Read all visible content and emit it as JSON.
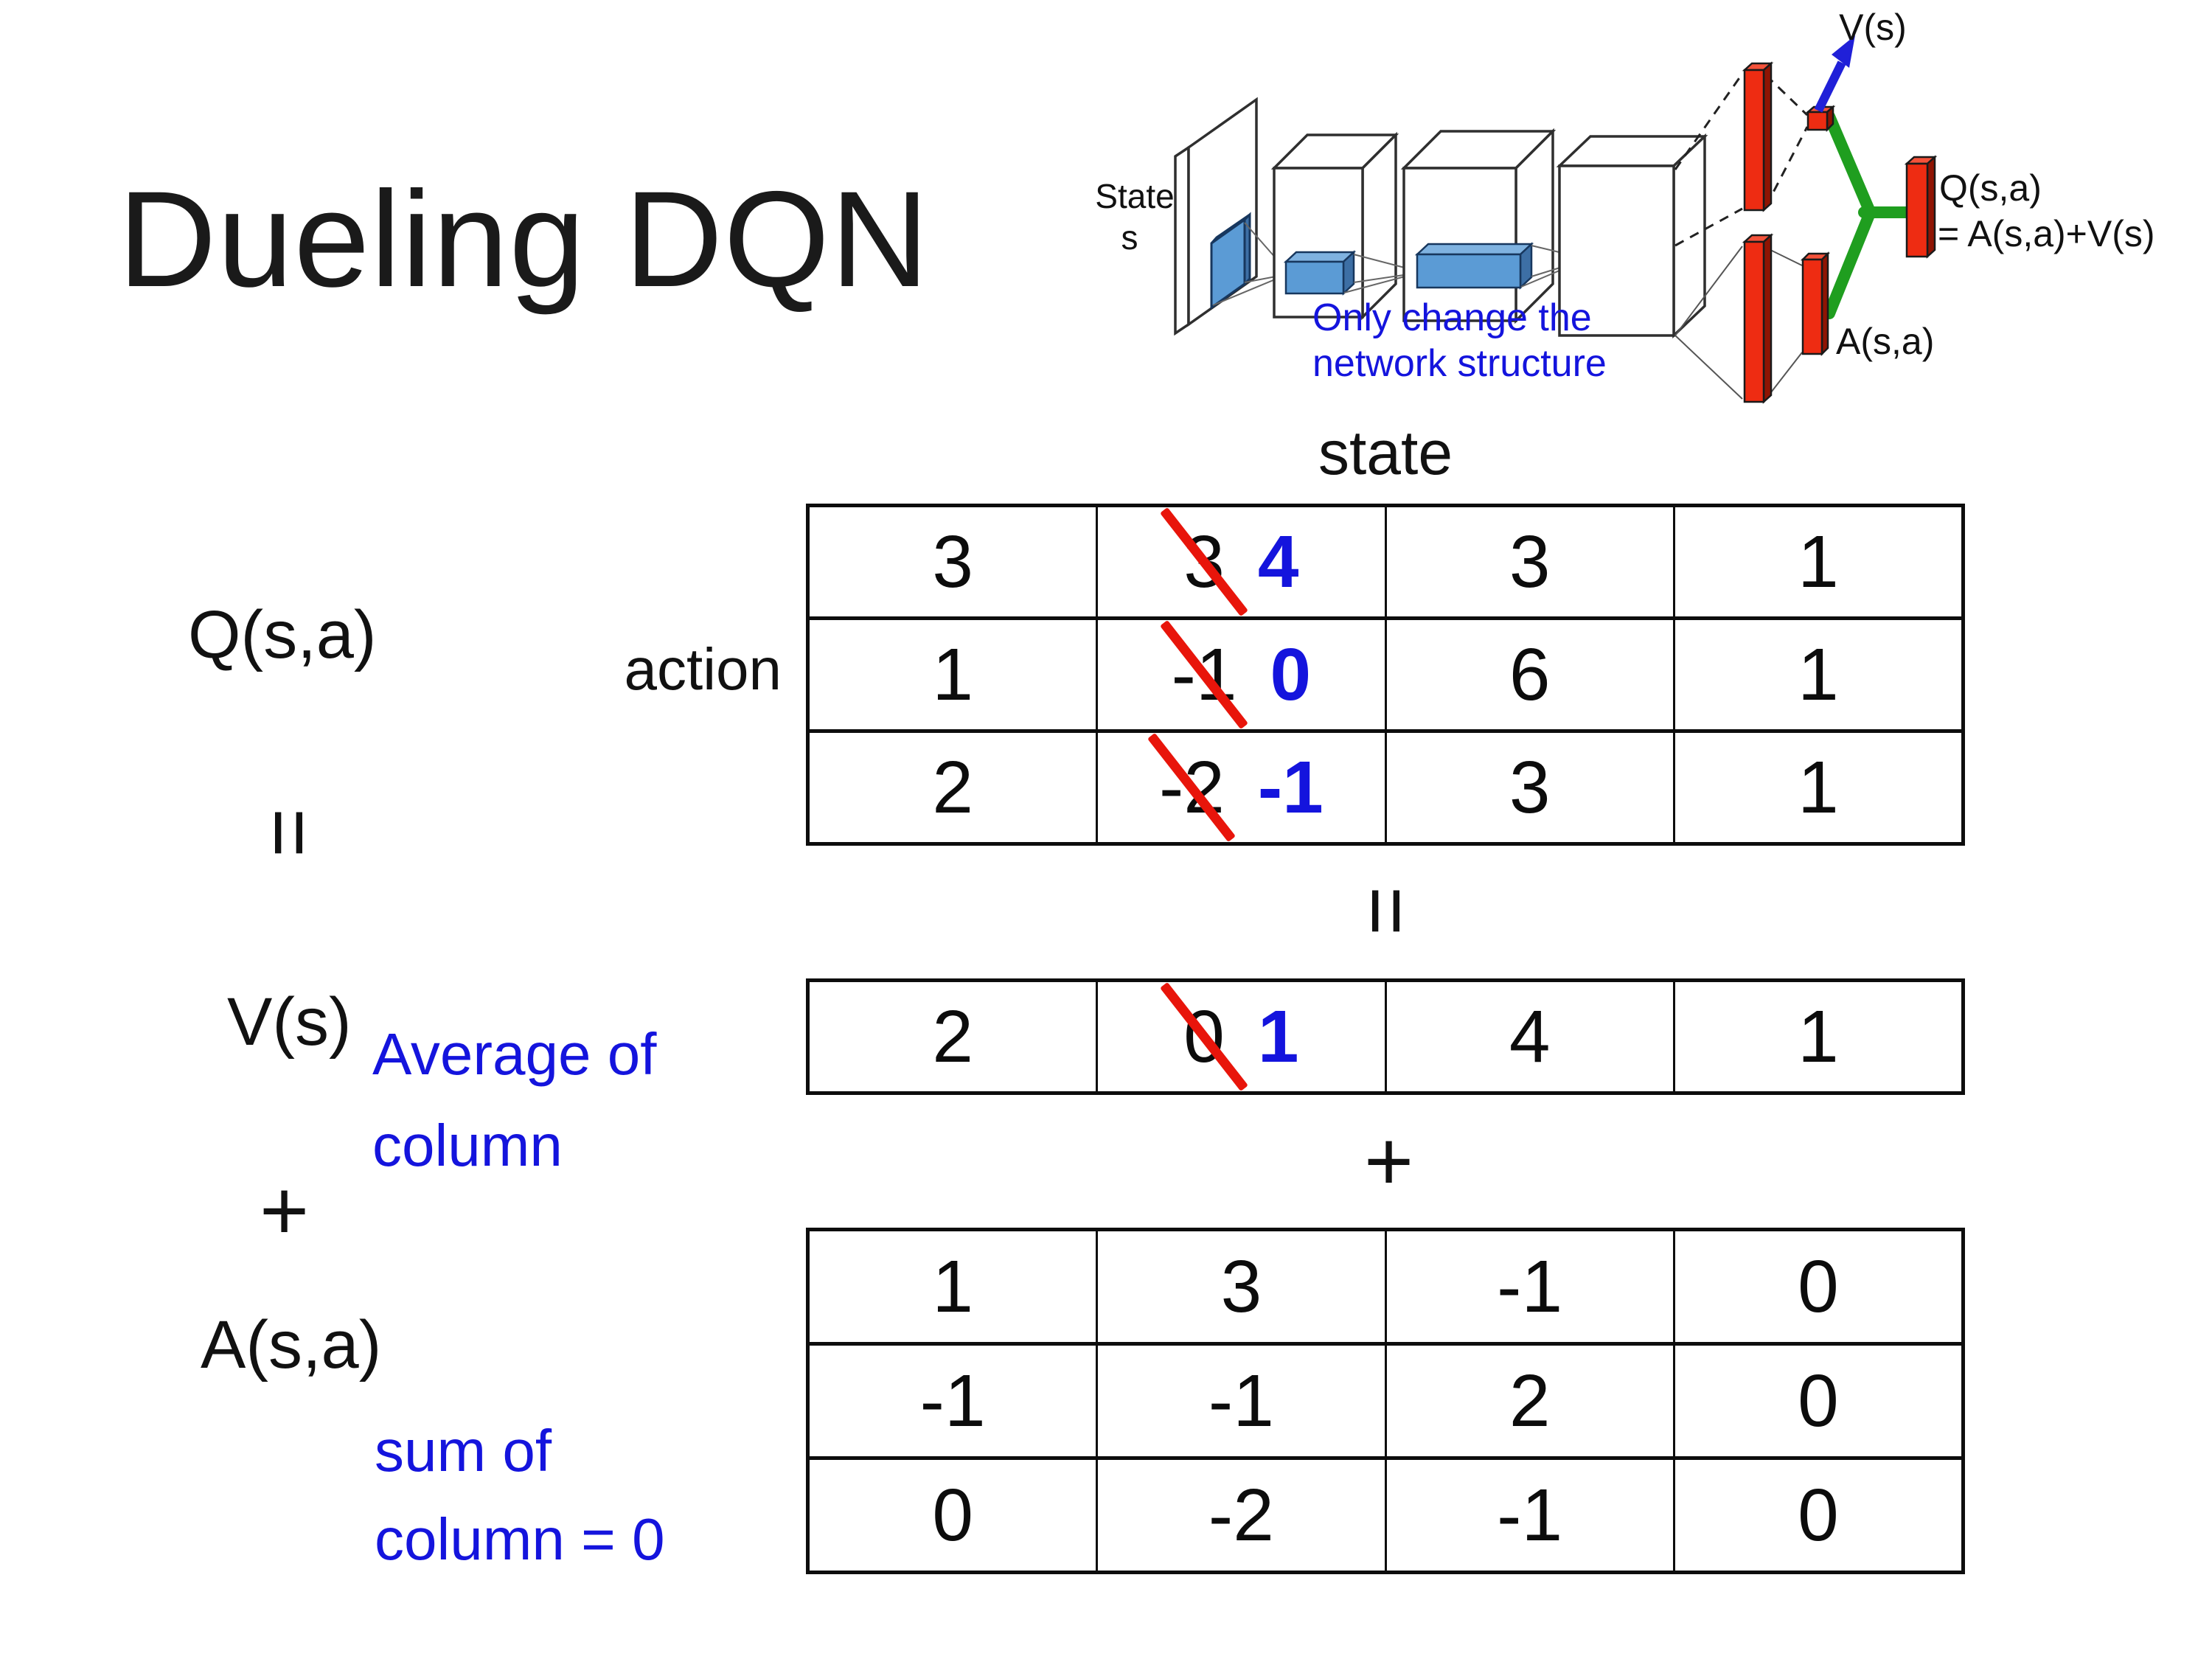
{
  "title": "Dueling DQN",
  "colors": {
    "annotation_blue": "#1414dd",
    "strike_red": "#e8150b",
    "bar_red": "#ee2c12",
    "connector_green": "#1f9e1f",
    "arrow_blue": "#2020d8",
    "filter_blue": "#5b9bd5"
  },
  "diagram": {
    "state_line1": "State",
    "state_line2": "s",
    "note_line1": "Only change the",
    "note_line2": "network structure",
    "v_out": "V(s)",
    "q_out_line1": "Q(s,a)",
    "q_out_line2": "= A(s,a)+V(s)",
    "a_out": "A(s,a)"
  },
  "labels": {
    "q": "Q(s,a)",
    "v": "V(s)",
    "a": "A(s,a)",
    "equals": "=",
    "plus": "+",
    "state": "state",
    "action": "action",
    "avg_line1": "Average of",
    "avg_line2": "column",
    "sum_line1": "sum of",
    "sum_line2": "column = 0"
  },
  "matrices": {
    "q_table": {
      "rows": [
        [
          {
            "v": "3"
          },
          {
            "old": "3",
            "new": "4"
          },
          {
            "v": "3"
          },
          {
            "v": "1"
          }
        ],
        [
          {
            "v": "1"
          },
          {
            "old": "-1",
            "new": "0"
          },
          {
            "v": "6"
          },
          {
            "v": "1"
          }
        ],
        [
          {
            "v": "2"
          },
          {
            "old": "-2",
            "new": "-1"
          },
          {
            "v": "3"
          },
          {
            "v": "1"
          }
        ]
      ]
    },
    "v_table": {
      "rows": [
        [
          {
            "v": "2"
          },
          {
            "old": "0",
            "new": "1"
          },
          {
            "v": "4"
          },
          {
            "v": "1"
          }
        ]
      ]
    },
    "a_table": {
      "rows": [
        [
          {
            "v": "1"
          },
          {
            "v": "3"
          },
          {
            "v": "-1"
          },
          {
            "v": "0"
          }
        ],
        [
          {
            "v": "-1"
          },
          {
            "v": "-1"
          },
          {
            "v": "2"
          },
          {
            "v": "0"
          }
        ],
        [
          {
            "v": "0"
          },
          {
            "v": "-2"
          },
          {
            "v": "-1"
          },
          {
            "v": "0"
          }
        ]
      ]
    }
  }
}
